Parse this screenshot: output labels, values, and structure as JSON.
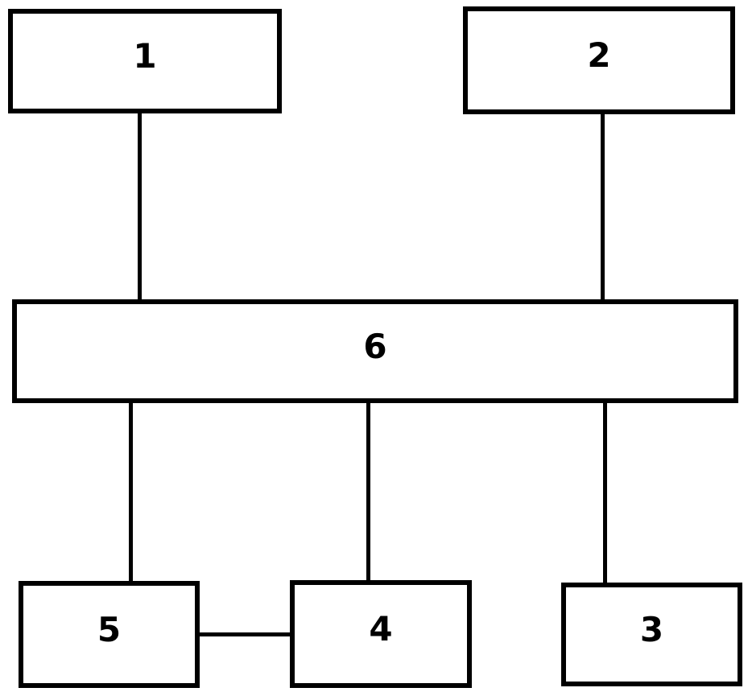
{
  "diagram": {
    "type": "block-diagram",
    "colors": {
      "stroke": "#000000",
      "background": "#ffffff"
    },
    "nodes": [
      {
        "id": "1",
        "label": "1"
      },
      {
        "id": "2",
        "label": "2"
      },
      {
        "id": "3",
        "label": "3"
      },
      {
        "id": "4",
        "label": "4"
      },
      {
        "id": "5",
        "label": "5"
      },
      {
        "id": "6",
        "label": "6"
      }
    ],
    "edges": [
      {
        "from": "1",
        "to": "6",
        "orientation": "vertical"
      },
      {
        "from": "2",
        "to": "6",
        "orientation": "vertical"
      },
      {
        "from": "6",
        "to": "5",
        "orientation": "vertical"
      },
      {
        "from": "6",
        "to": "4",
        "orientation": "vertical"
      },
      {
        "from": "6",
        "to": "3",
        "orientation": "vertical"
      },
      {
        "from": "5",
        "to": "4",
        "orientation": "horizontal"
      }
    ]
  }
}
